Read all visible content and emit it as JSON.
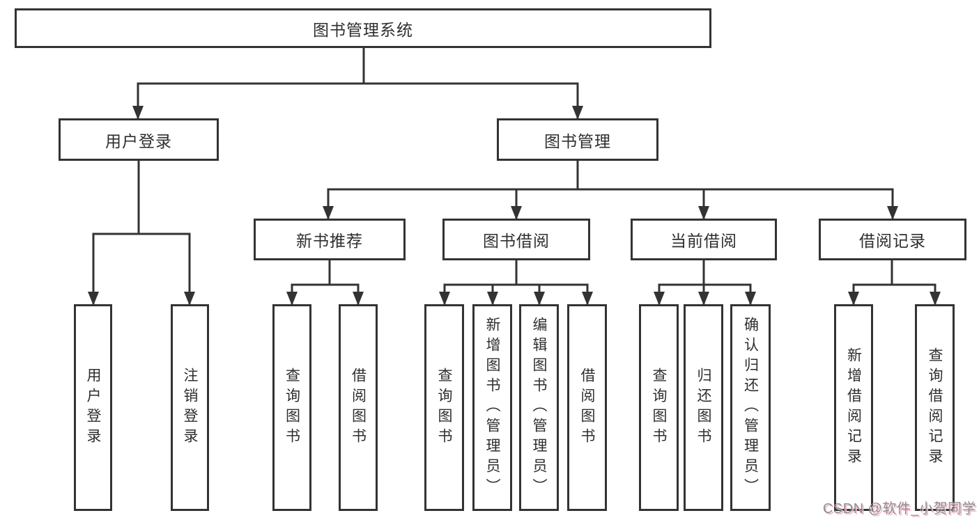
{
  "diagram": {
    "root": {
      "label": "图书管理系统"
    },
    "level2": [
      {
        "label": "用户登录"
      },
      {
        "label": "图书管理"
      }
    ],
    "level3": [
      {
        "label": "新书推荐"
      },
      {
        "label": "图书借阅"
      },
      {
        "label": "当前借阅"
      },
      {
        "label": "借阅记录"
      }
    ],
    "leaves": [
      {
        "label": "用户登录"
      },
      {
        "label": "注销登录"
      },
      {
        "label": "查询图书"
      },
      {
        "label": "借阅图书"
      },
      {
        "label": "查询图书"
      },
      {
        "label": "新增图书（管理员）"
      },
      {
        "label": "编辑图书（管理员）"
      },
      {
        "label": "借阅图书"
      },
      {
        "label": "查询图书"
      },
      {
        "label": "归还图书"
      },
      {
        "label": "确认归还（管理员）"
      },
      {
        "label": "新增借阅记录"
      },
      {
        "label": "查询借阅记录"
      }
    ]
  },
  "watermark": {
    "text": "CSDN @软件_小贺同学"
  },
  "colors": {
    "line": "#333333",
    "text": "#2e2e2e",
    "background": "#ffffff",
    "watermark_gray": "#8f8f8f",
    "watermark_pink": "#f3b8c8"
  }
}
